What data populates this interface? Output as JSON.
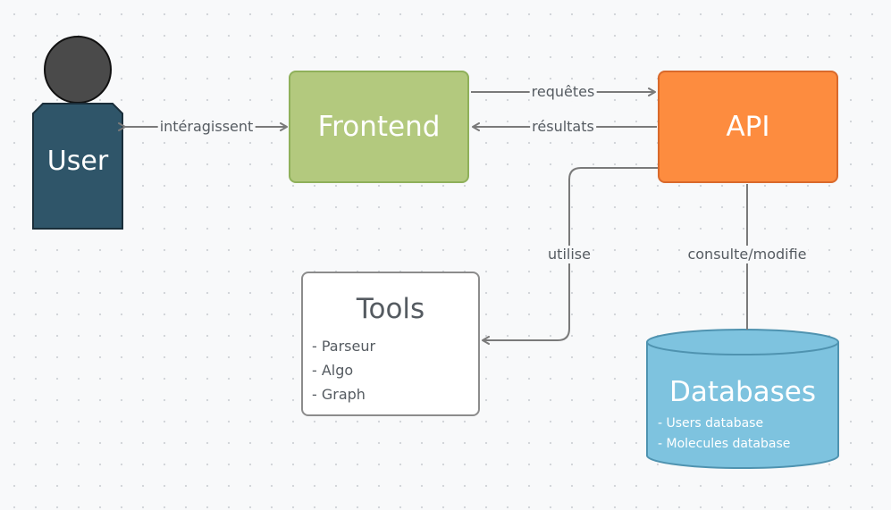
{
  "nodes": {
    "user": {
      "label": "User"
    },
    "frontend": {
      "label": "Frontend"
    },
    "api": {
      "label": "API"
    },
    "tools": {
      "title": "Tools",
      "items": [
        "- Parseur",
        "- Algo",
        "- Graph"
      ]
    },
    "databases": {
      "title": "Databases",
      "items": [
        "- Users database",
        "- Molecules database"
      ]
    }
  },
  "edges": {
    "user_frontend": "intéragissent",
    "frontend_api": "requêtes",
    "api_frontend": "résultats",
    "api_tools": "utilise",
    "api_databases": "consulte/modifie"
  },
  "colors": {
    "user": "#2f5569",
    "frontend": "#b3c97e",
    "api": "#fd8c3f",
    "databases": "#7ec3df",
    "connector": "#7a7a7a"
  }
}
